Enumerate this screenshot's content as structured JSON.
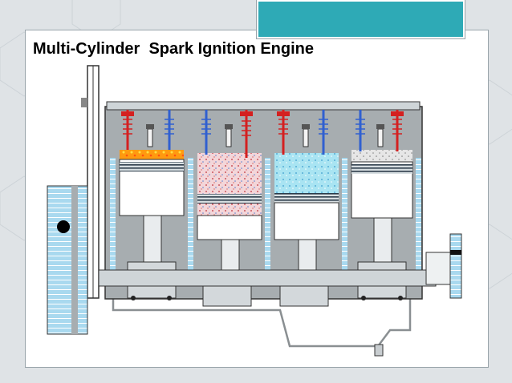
{
  "slide": {
    "title": "Multi-Cylinder  Spark Ignition Engine"
  },
  "colors": {
    "accent": "#2eaab6",
    "engine_block": "#a7adb0",
    "block_outline": "#333333",
    "intake_valve": "#d42020",
    "exhaust_valve": "#3060d0",
    "intake_mixture": "#d8a0a8",
    "compressed_mixture": "#7fd6ea",
    "combustion": "#ff9a10",
    "exhaust_gas": "#c8c8c8",
    "coolant_passage": "#a9d9ef"
  },
  "cylinders": [
    {
      "stroke": "combustion"
    },
    {
      "stroke": "intake"
    },
    {
      "stroke": "compression"
    },
    {
      "stroke": "exhaust"
    }
  ],
  "icons": [
    "spark-plug-icon",
    "flywheel-icon",
    "piston-icon",
    "crankshaft-icon",
    "valve-icon"
  ]
}
